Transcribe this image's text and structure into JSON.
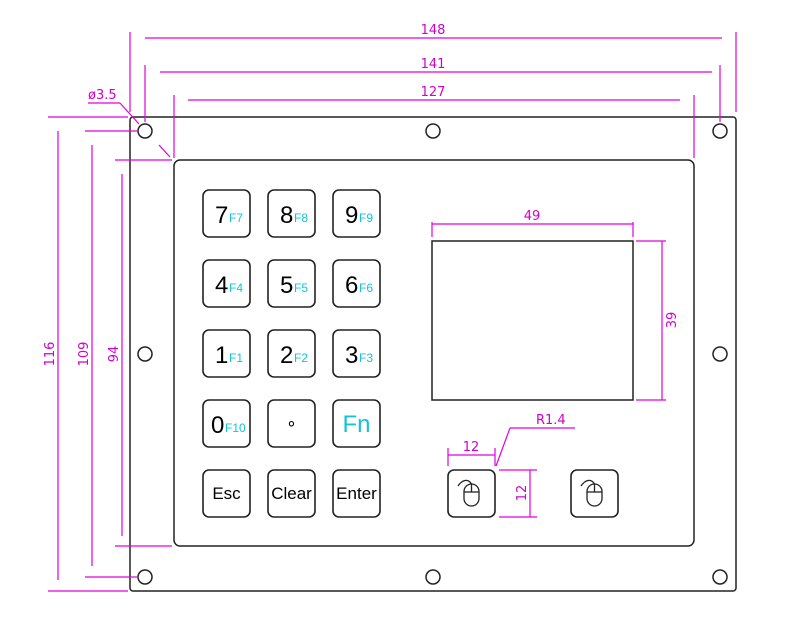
{
  "dimensions": {
    "overall_width": "148",
    "hole_spacing": "141",
    "inner_width": "127",
    "hole_diameter": "ø3.5",
    "overall_height": "116",
    "hole_vertical": "109",
    "inner_height": "94",
    "screen_width": "49",
    "screen_height": "39",
    "corner_radius": "R1.4",
    "button_width": "12",
    "button_height": "12"
  },
  "keys": [
    {
      "main": "7",
      "fn": "F7"
    },
    {
      "main": "8",
      "fn": "F8"
    },
    {
      "main": "9",
      "fn": "F9"
    },
    {
      "main": "4",
      "fn": "F4"
    },
    {
      "main": "5",
      "fn": "F5"
    },
    {
      "main": "6",
      "fn": "F6"
    },
    {
      "main": "1",
      "fn": "F1"
    },
    {
      "main": "2",
      "fn": "F2"
    },
    {
      "main": "3",
      "fn": "F3"
    },
    {
      "main": "0",
      "fn": "F10"
    },
    {
      "main": "∘",
      "fn": ""
    },
    {
      "main": "Fn",
      "fn": ""
    }
  ],
  "bottom_keys": [
    "Esc",
    "Clear",
    "Enter"
  ],
  "colors": {
    "dimension": "#e000e0",
    "function_label": "#11c4d8",
    "outline": "#222222"
  }
}
